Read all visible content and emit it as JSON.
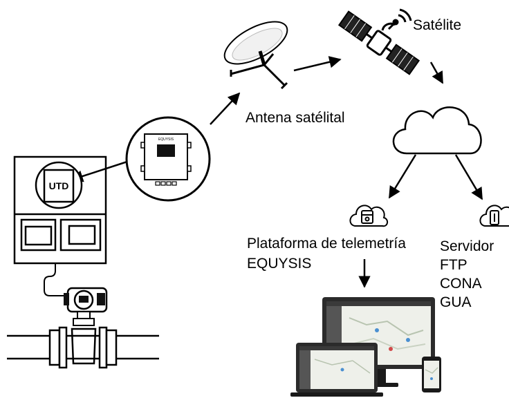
{
  "labels": {
    "satellite": "Satélite",
    "antenna": "Antena satélital",
    "platform_line1": "Plataforma de telemetría",
    "platform_line2": "EQUYSIS",
    "server_line1": "Servidor",
    "server_line2": "FTP",
    "server_line3": "CONA",
    "server_line4": "GUA",
    "utd": "UTD",
    "device_brand": "EQUYSIS"
  },
  "icons": {
    "satellite": "satellite-icon",
    "antenna": "satellite-dish-icon",
    "cloud": "cloud-icon",
    "platform": "cloud-server-icon",
    "server": "cloud-server-icon",
    "utd_cabinet": "electrical-cabinet-icon",
    "flowmeter": "flowmeter-icon",
    "devices": "screens-icon"
  },
  "colors": {
    "line": "#000000",
    "screen": "#2b2b2b",
    "map": "#eef0ea"
  }
}
